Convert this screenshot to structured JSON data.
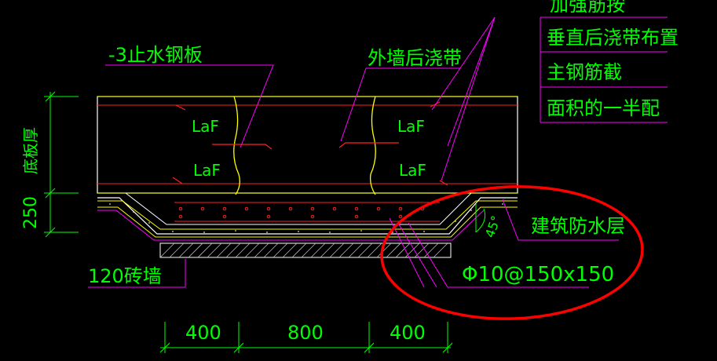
{
  "labels": {
    "stop_plate": "-3止水钢板",
    "post_pour_band": "外墙后浇带",
    "reinforce_title": "加强筋按",
    "reinforce_line1": "垂直后浇带布置",
    "reinforce_line2": "主钢筋截",
    "reinforce_line3": "面积的一半配",
    "laf": "LaF",
    "slab_thickness": "底板厚",
    "dim_250": "250",
    "brick_wall": "120砖墙",
    "waterproof": "建筑防水层",
    "angle": "45°",
    "rebar_spec": "Φ10@150x150",
    "dim_400_left": "400",
    "dim_800": "800",
    "dim_400_right": "400"
  },
  "colors": {
    "background": "#000000",
    "green": "#00ff00",
    "magenta": "#ff00ff",
    "red": "#ff2020",
    "yellow": "#ffff00",
    "white": "#ffffff",
    "highlight": "#ff0000"
  }
}
